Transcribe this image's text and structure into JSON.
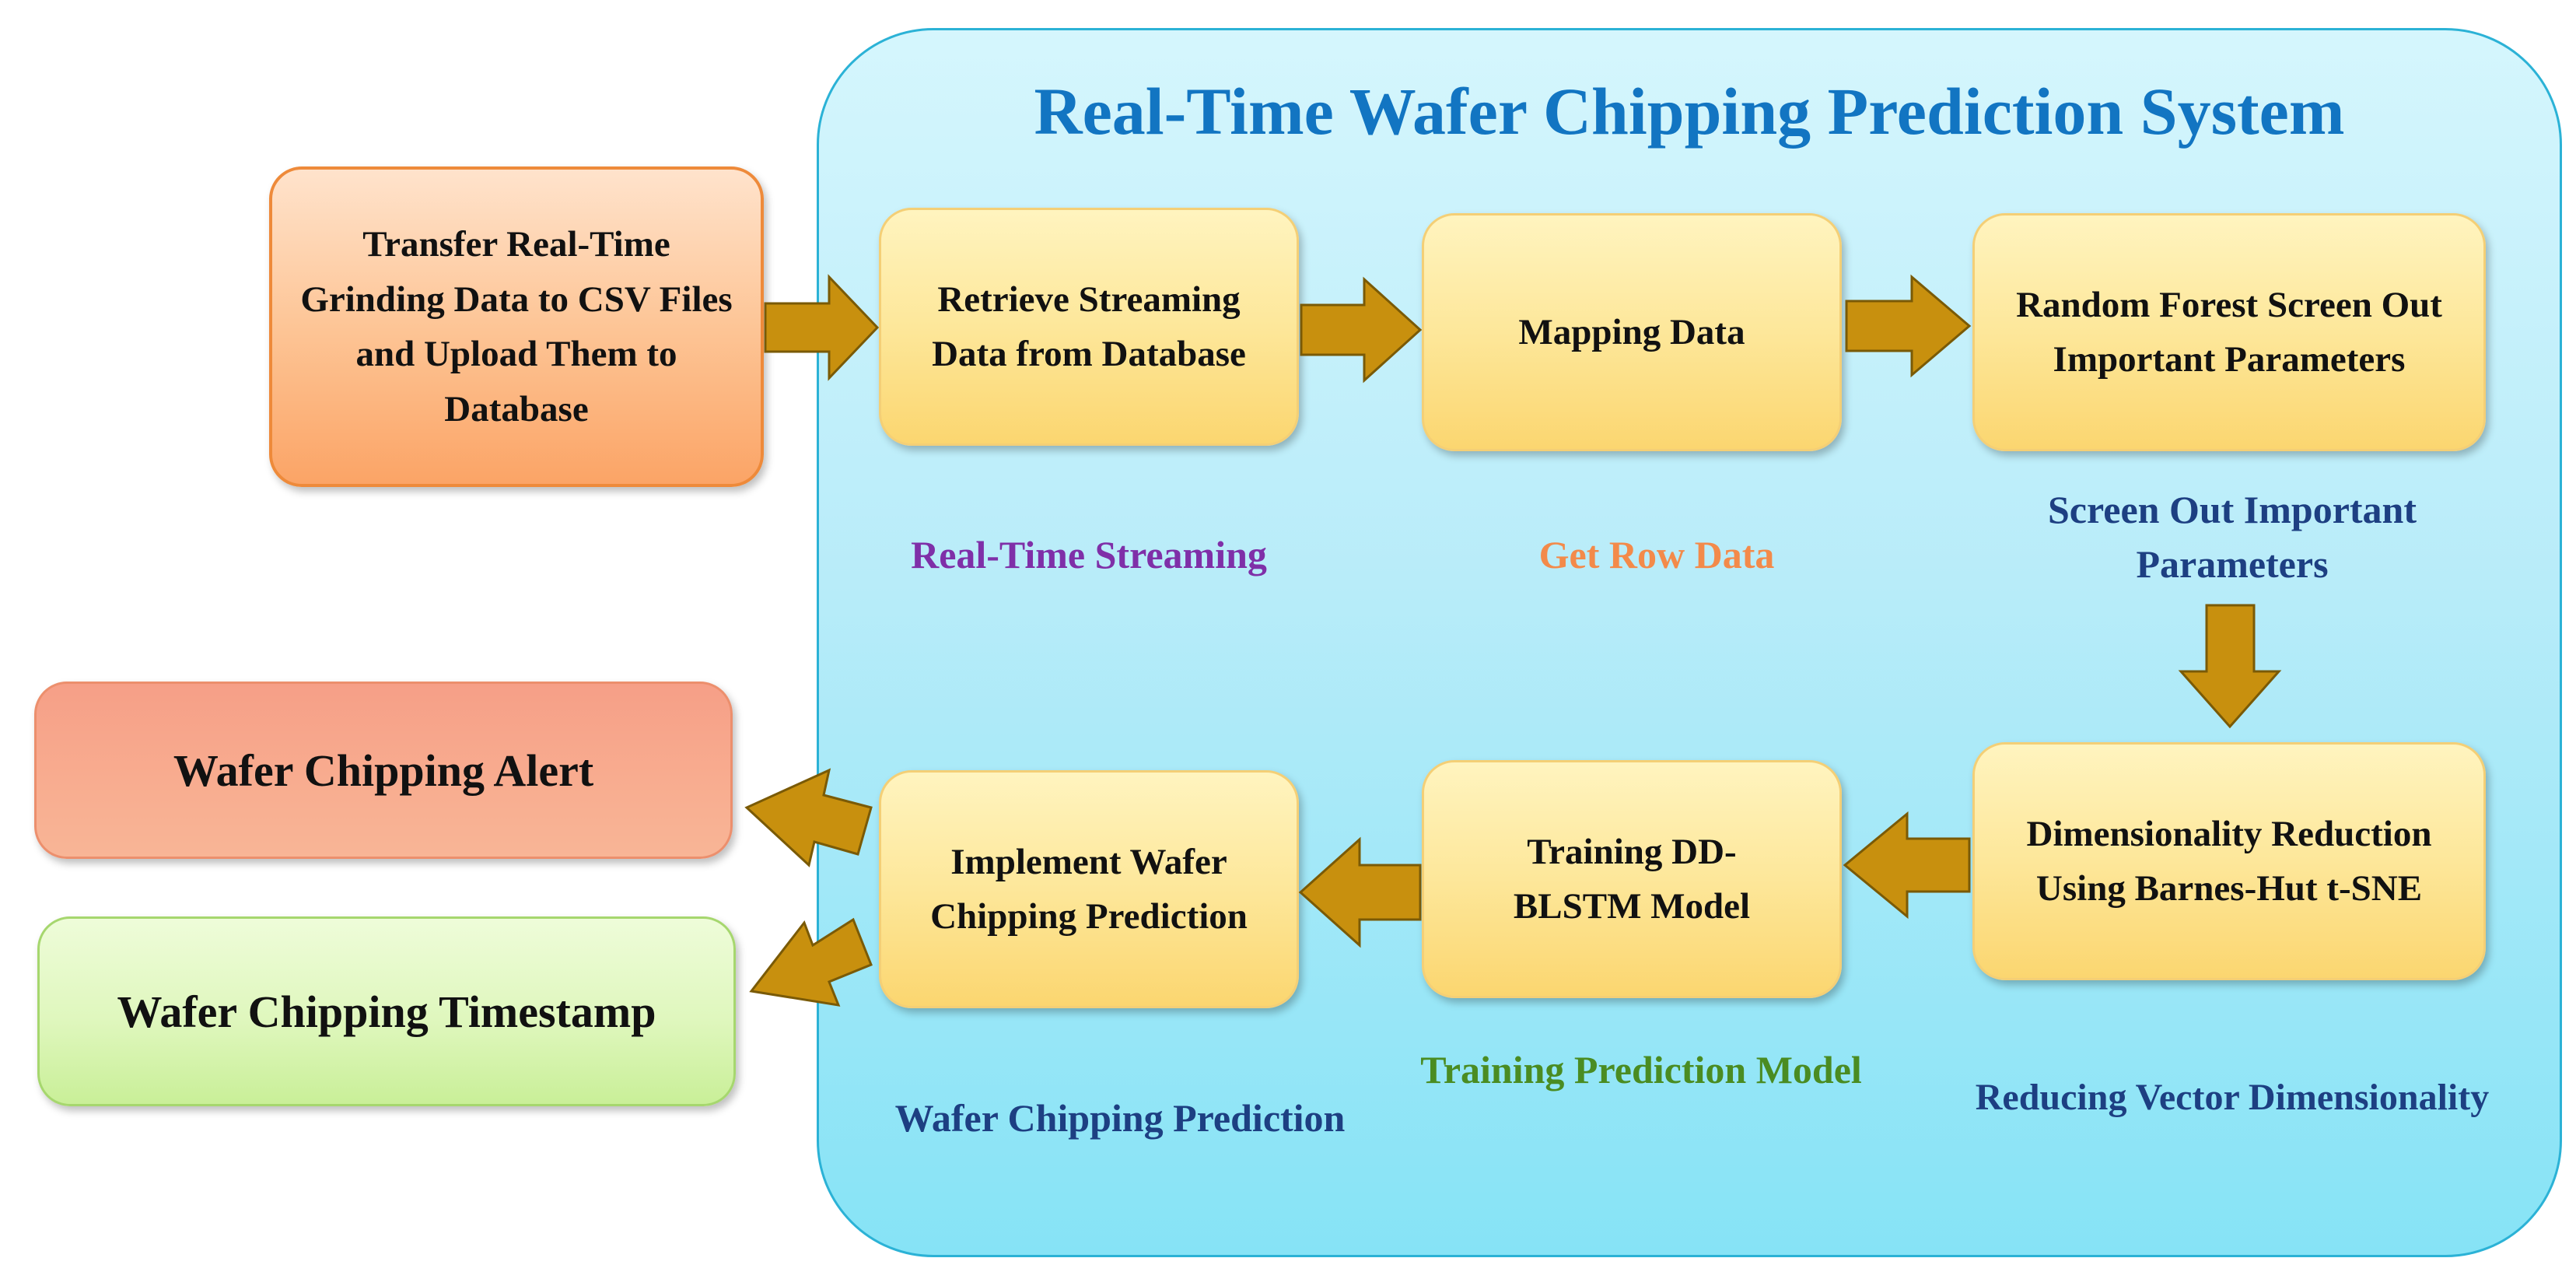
{
  "title": "Real-Time Wafer Chipping Prediction System",
  "colors": {
    "title": "#1275c2",
    "arrow_fill": "#c8900e",
    "arrow_stroke": "#7a5a06",
    "panel_border": "#2bb2d6"
  },
  "nodes": {
    "transfer": "Transfer Real-Time Grinding Data to CSV Files and Upload Them to Database",
    "retrieve": "Retrieve Streaming Data from Database",
    "mapping": "Mapping Data",
    "random_forest": "Random Forest Screen Out Important Parameters",
    "dim_reduction": "Dimensionality Reduction Using Barnes-Hut t-SNE",
    "training": "Training DD-BLSTM Model",
    "implement": "Implement Wafer Chipping Prediction",
    "alert": "Wafer Chipping Alert",
    "timestamp": "Wafer Chipping Timestamp"
  },
  "captions": {
    "streaming": "Real-Time Streaming",
    "row_data": "Get Row Data",
    "screen_out": "Screen Out Important Parameters",
    "reducing": "Reducing Vector Dimensionality",
    "training_model": "Training Prediction Model",
    "prediction": "Wafer Chipping Prediction"
  }
}
